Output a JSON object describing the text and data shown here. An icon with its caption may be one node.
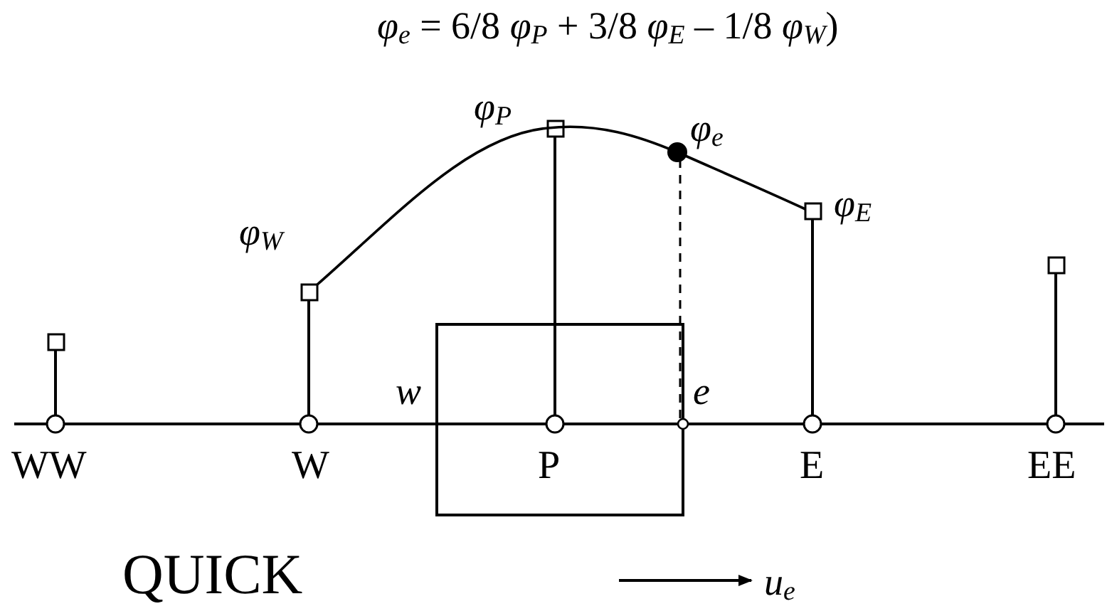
{
  "diagram": {
    "labels": [
      "*φ*$_{e}$ = 6/8 *φ*$_{P}$ + 3/8 *φ*$_{E}$ – 1/8 *φ*$_{W}$)",
      "*φ*$_{P}$",
      "*φ*$_{e}$",
      "*φ*$_{W}$",
      "*φ*$_{E}$",
      "*w*",
      "*e*",
      "WW",
      "W",
      "P",
      "E",
      "EE",
      "QUICK",
      "*u*$_{e}$"
    ]
  }
}
